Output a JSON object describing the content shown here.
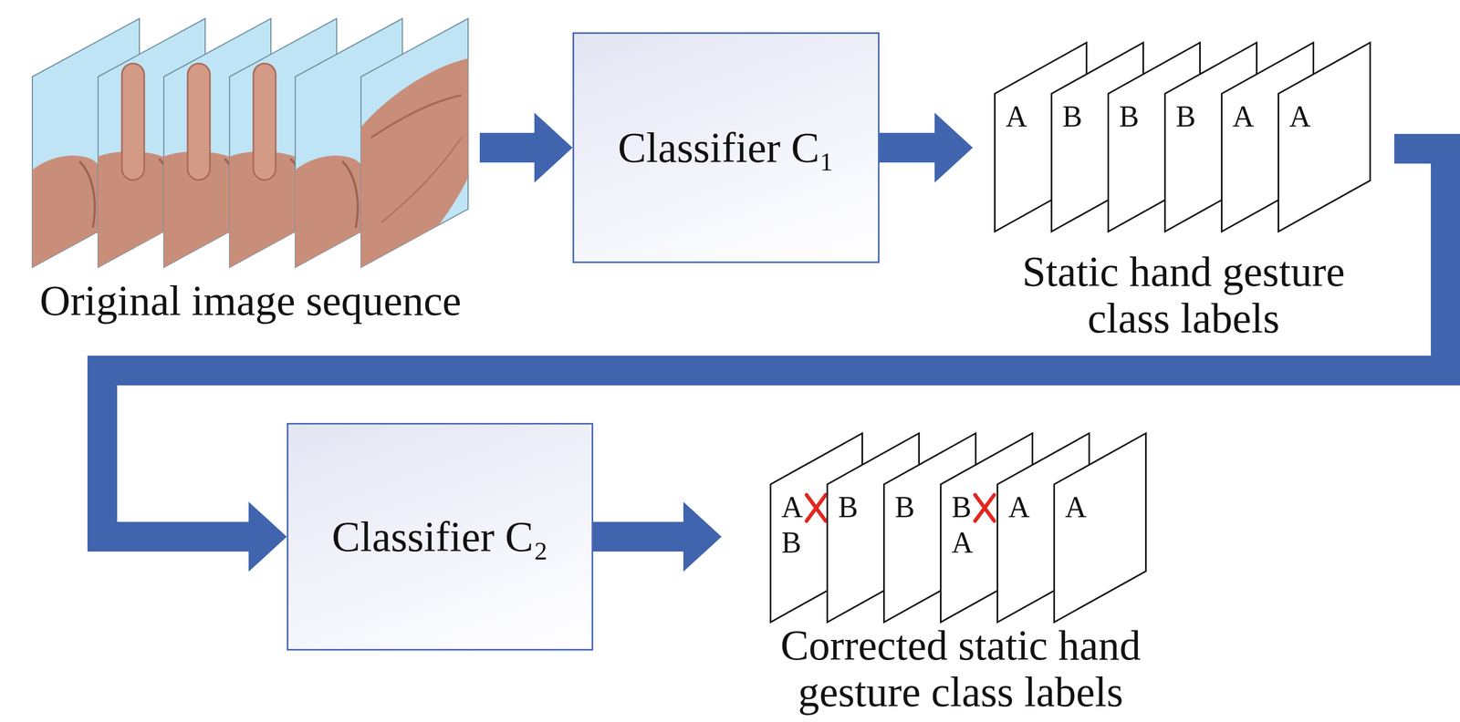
{
  "diagram": {
    "nodes": [
      {
        "text": [
          "Original image sequence"
        ]
      },
      {
        "text": [
          "Classifier C₁"
        ]
      },
      {
        "text": [
          "Static hand gesture class labels"
        ]
      },
      {
        "text": [
          "A"
        ],
        "in": 2
      },
      {
        "text": [
          "B"
        ],
        "in": 2
      },
      {
        "text": [
          "B"
        ],
        "in": 2
      },
      {
        "text": [
          "B"
        ],
        "in": 2
      },
      {
        "text": [
          "A"
        ],
        "in": 2
      },
      {
        "text": [
          "A"
        ],
        "in": 2
      },
      {
        "text": [
          "Classifier C₂"
        ]
      },
      {
        "text": [
          "Corrected static hand gesture class labels"
        ]
      },
      {
        "text": [
          "A",
          "B"
        ],
        "in": 10
      },
      {
        "text": [
          "B"
        ],
        "in": 10
      },
      {
        "text": [
          "B"
        ],
        "in": 10
      },
      {
        "text": [
          "B",
          "A"
        ],
        "in": 10
      },
      {
        "text": [
          "A"
        ],
        "in": 10
      },
      {
        "text": [
          "A"
        ],
        "in": 10
      }
    ],
    "edges": [
      {
        "from": 0,
        "to": 1,
        "arrow": "to"
      },
      {
        "from": 1,
        "to": 2,
        "arrow": "to"
      },
      {
        "from": 2,
        "to": 9,
        "arrow": "to"
      },
      {
        "from": 9,
        "to": 10,
        "arrow": "to"
      }
    ]
  }
}
